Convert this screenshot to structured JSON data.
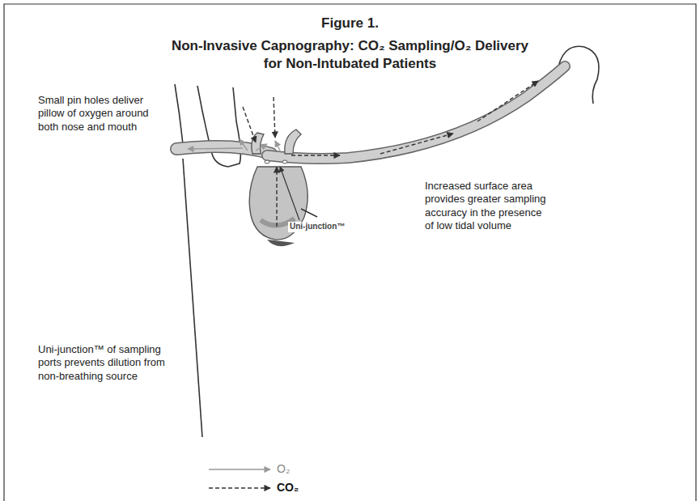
{
  "diagram": {
    "title": "Figure 1.",
    "labels": [
      "Non-Invasive Capnography: CO₂ Sampling/O₂ Delivery for Non-Intubated Patients",
      "Small pin holes deliver pillow of oxygen around both nose and mouth",
      "Increased surface area provides greater sampling accuracy in the presence of low tidal volume",
      "Uni-junction™",
      "Uni-junction™ of sampling ports prevents dilution from non-breathing source"
    ],
    "legend": [
      {
        "text": "O₂"
      },
      {
        "text": "CO₂"
      }
    ]
  }
}
